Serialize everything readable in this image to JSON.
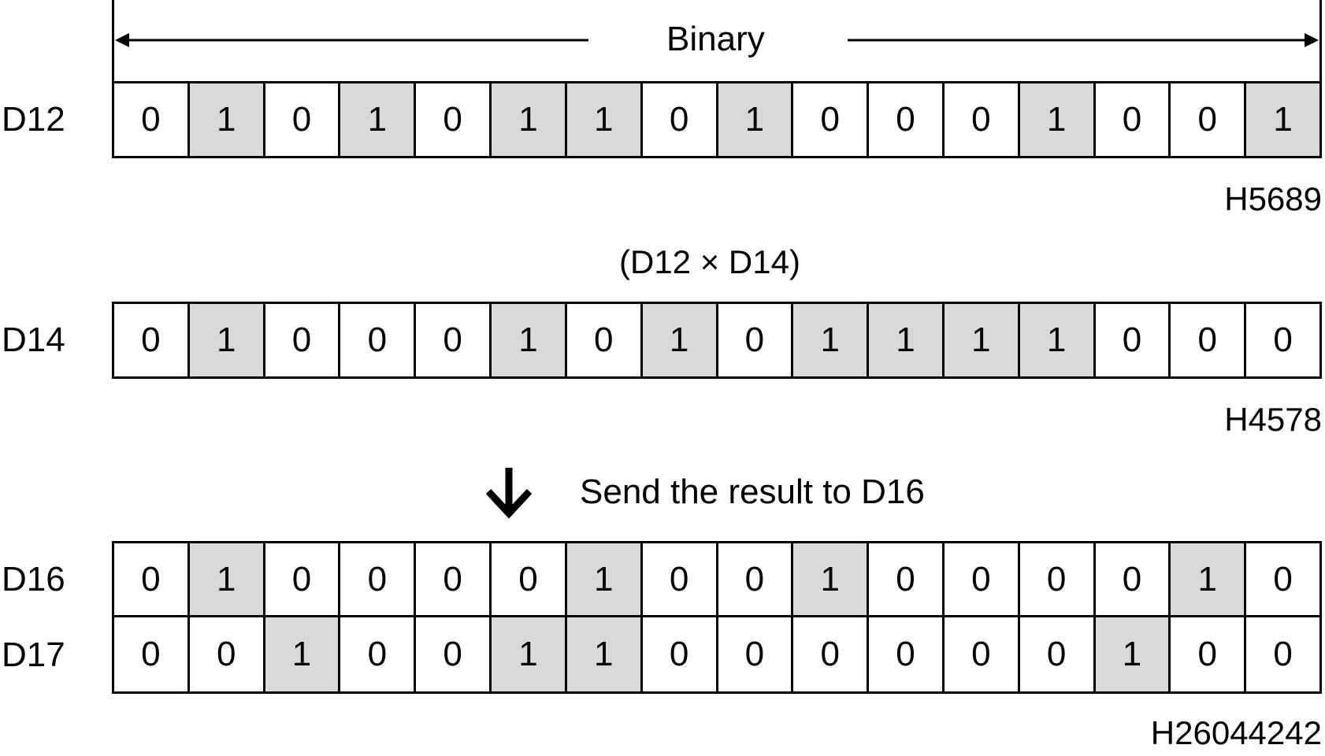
{
  "binary_label": "Binary",
  "operation_label": "(D12 × D14)",
  "result_label": "Send the result to D16",
  "registers": [
    {
      "name": "D12",
      "bits": [
        0,
        1,
        0,
        1,
        0,
        1,
        1,
        0,
        1,
        0,
        0,
        0,
        1,
        0,
        0,
        1
      ],
      "hex": "H5689"
    },
    {
      "name": "D14",
      "bits": [
        0,
        1,
        0,
        0,
        0,
        1,
        0,
        1,
        0,
        1,
        1,
        1,
        1,
        0,
        0,
        0
      ],
      "hex": "H4578"
    },
    {
      "name": "D16",
      "bits": [
        0,
        1,
        0,
        0,
        0,
        0,
        1,
        0,
        0,
        1,
        0,
        0,
        0,
        0,
        1,
        0
      ]
    },
    {
      "name": "D17",
      "bits": [
        0,
        0,
        1,
        0,
        0,
        1,
        1,
        0,
        0,
        0,
        0,
        0,
        0,
        1,
        0,
        0
      ]
    }
  ],
  "result_hex": "H26044242",
  "colors": {
    "bit_on_fill": "#d9d9d9",
    "bit_off_fill": "#ffffff",
    "line": "#000000"
  },
  "icons": {
    "span_arrow": "double-headed-arrow",
    "flow_arrow": "down-arrow"
  }
}
